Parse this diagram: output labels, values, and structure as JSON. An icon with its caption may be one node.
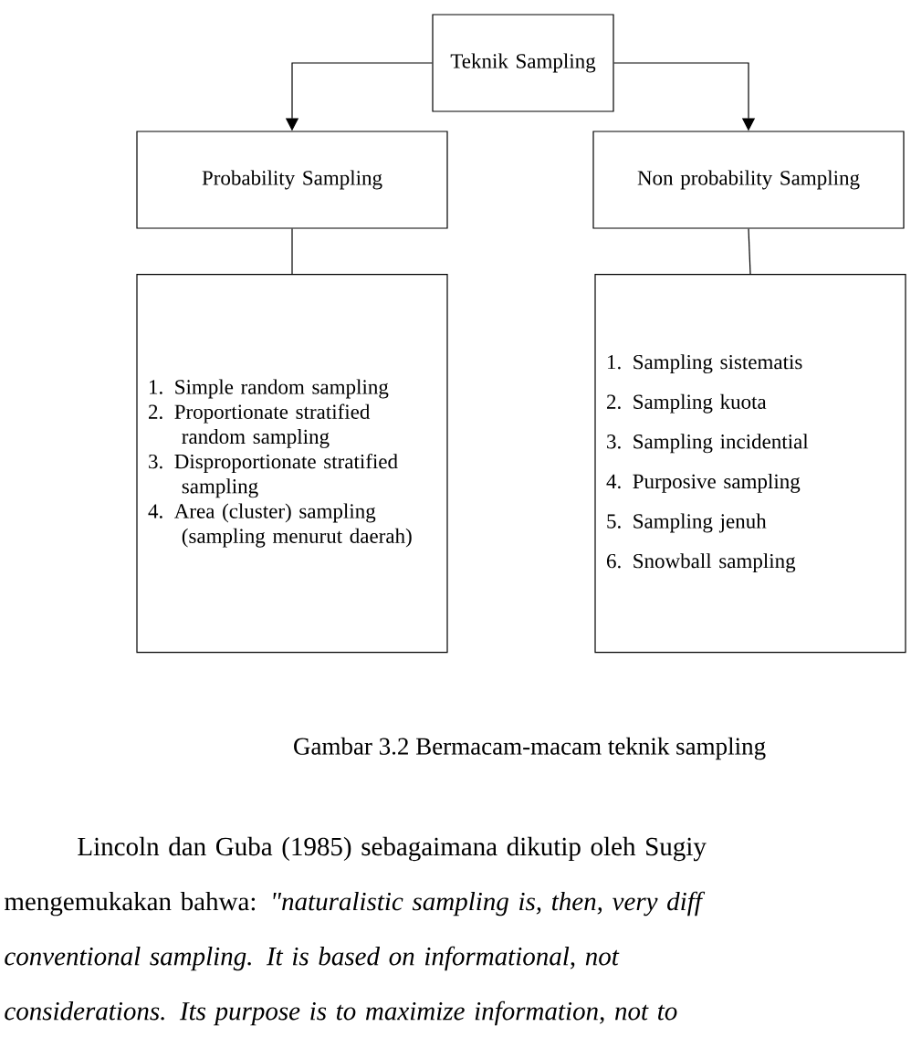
{
  "diagram": {
    "caption": "Gambar 3.2 Bermacam-macam teknik sampling",
    "nodes": [
      {
        "text": [
          "Teknik Sampling"
        ]
      },
      {
        "text": [
          "Probability Sampling"
        ]
      },
      {
        "text": [
          "Non probability Sampling"
        ]
      },
      {
        "text": [
          "1. Simple random sampling",
          "2. Proportionate stratified random sampling",
          "3. Disproportionate stratified sampling",
          "4. Area (cluster) sampling (sampling menurut daerah)"
        ]
      },
      {
        "text": [
          "1. Sampling sistematis",
          "2. Sampling kuota",
          "3. Sampling incidential",
          "4. Purposive sampling",
          "5. Sampling jenuh",
          "6. Snowball sampling"
        ]
      }
    ],
    "edges": [
      {
        "from": 0,
        "to": 1,
        "arrow": "to"
      },
      {
        "from": 0,
        "to": 2,
        "arrow": "to"
      },
      {
        "from": 1,
        "to": 3,
        "arrow": "none"
      },
      {
        "from": 2,
        "to": 4,
        "arrow": "none"
      }
    ],
    "labels": [
      "Lincoln dan Guba (1985) sebagaimana dikutip oleh Sugiy",
      "mengemukakan bahwa: *\"naturalistic sampling is, then, very diff*",
      "*conventional sampling. It is based on informational, not*",
      "*considerations. Its purpose is to maximize information, not to*"
    ]
  }
}
